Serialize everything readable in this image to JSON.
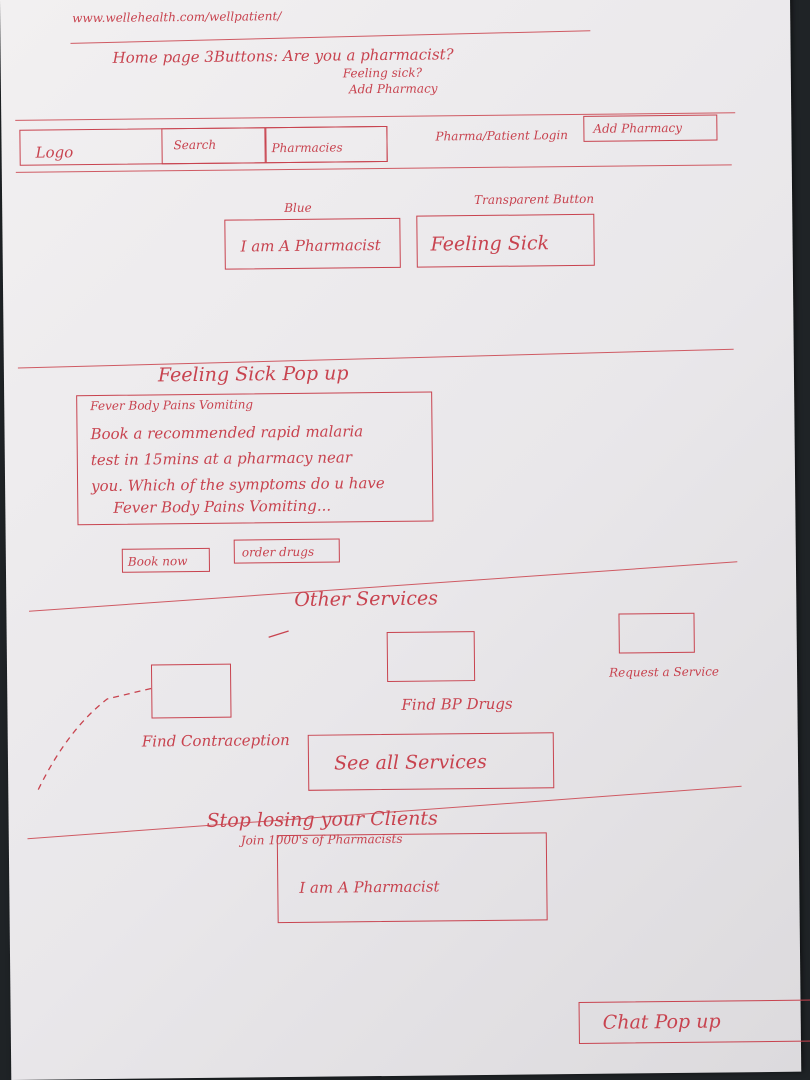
{
  "header": {
    "url": "www.wellehealth.com/wellpatient/",
    "homepage_note": "Home page 3Buttons: Are you a pharmacist?",
    "note_line2": "Feeling sick?",
    "note_line3": "Add Pharmacy"
  },
  "navbar": {
    "logo": "Logo",
    "search": "Search",
    "pharmacies": "Pharmacies",
    "login": "Pharma/Patient Login",
    "add_pharmacy": "Add Pharmacy"
  },
  "hero": {
    "annotation_left": "Blue",
    "annotation_right": "Transparent Button",
    "pharmacist_button": "I am A Pharmacist",
    "feeling_sick_button": "Feeling Sick"
  },
  "popup": {
    "title": "Feeling Sick Pop up",
    "line1": "Fever  Body Pains  Vomiting",
    "line2": "Book a recommended rapid malaria",
    "line3": "test in 15mins at a pharmacy near",
    "line4": "you. Which of the symptoms do u have",
    "line5": "Fever   Body Pains  Vomiting...",
    "book_button": "Book now",
    "order_button": "order drugs"
  },
  "services": {
    "title": "Other Services",
    "items": [
      {
        "label": "Find Contraception"
      },
      {
        "label": "Find BP Drugs"
      },
      {
        "label": "Request a Service"
      }
    ],
    "see_all": "See all Services"
  },
  "cta": {
    "title": "Stop losing your Clients",
    "subtitle": "Join 1000's of Pharmacists",
    "pharmacist_button": "I am A Pharmacist"
  },
  "chat": {
    "label": "Chat Pop up"
  }
}
